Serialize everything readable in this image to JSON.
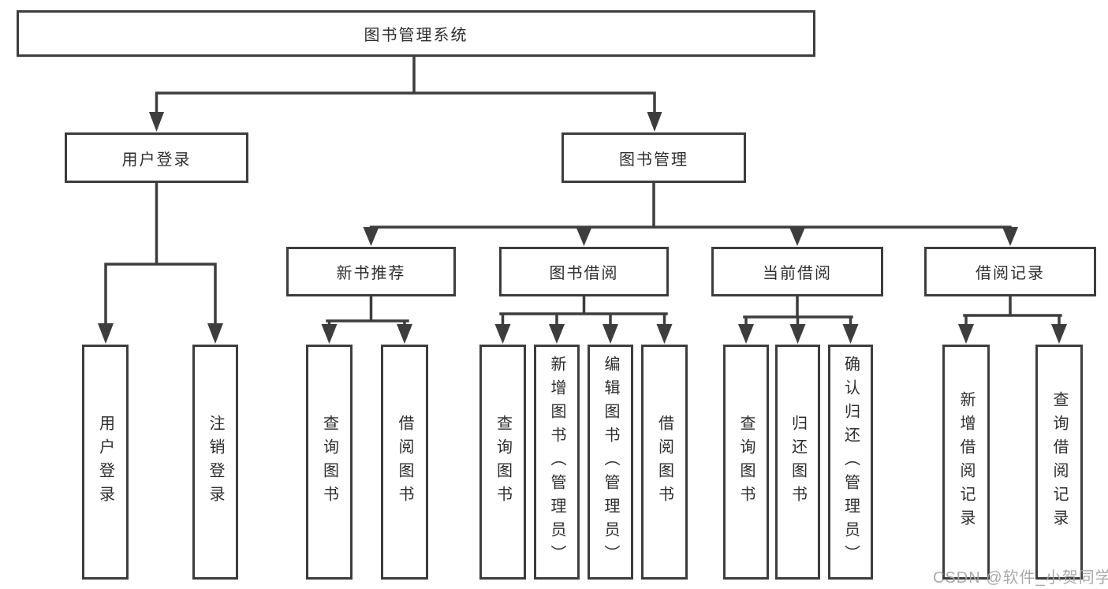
{
  "tree": {
    "label": "图书管理系统",
    "children": [
      {
        "label": "用户登录",
        "children": [
          {
            "label": "用户登录"
          },
          {
            "label": "注销登录"
          }
        ]
      },
      {
        "label": "图书管理",
        "children": [
          {
            "label": "新书推荐",
            "children": [
              {
                "label": "查询图书"
              },
              {
                "label": "借阅图书"
              }
            ]
          },
          {
            "label": "图书借阅",
            "children": [
              {
                "label": "查询图书"
              },
              {
                "label": "新增图书（管理员）"
              },
              {
                "label": "编辑图书（管理员）"
              },
              {
                "label": "借阅图书"
              }
            ]
          },
          {
            "label": "当前借阅",
            "children": [
              {
                "label": "查询图书"
              },
              {
                "label": "归还图书"
              },
              {
                "label": "确认归还（管理员）"
              }
            ]
          },
          {
            "label": "借阅记录",
            "children": [
              {
                "label": "新增借阅记录"
              },
              {
                "label": "查询借阅记录"
              }
            ]
          }
        ]
      }
    ]
  },
  "watermark": {
    "text": "CSDN @软件_小贺同学"
  },
  "colors": {
    "line": "#3d3d3d",
    "text": "#2e2e2e",
    "background": "#ffffff",
    "watermark": "#a5a5a5"
  }
}
